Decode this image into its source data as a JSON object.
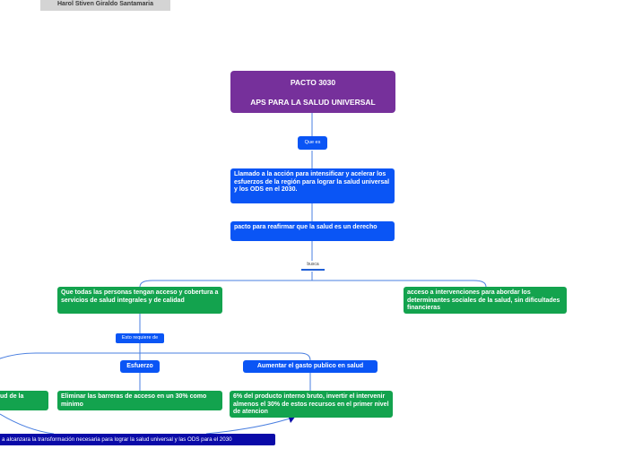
{
  "author": "Harol Stiven Giraldo Santamaria",
  "root": {
    "line1": "PACTO 3030",
    "line2": "APS PARA LA SALUD UNIVERSAL"
  },
  "que_es_label": "Que es",
  "definition": "Llamado a la acción para intensificar y acelerar los esfuerzos de la región para lograr la salud universal y los ODS en el 2030.",
  "purpose": "pacto para reafirmar que la salud es un derecho",
  "busca_label": "busca",
  "goal_left": "Que todas las personas tengan acceso y cobertura a servicios de salud integrales y de calidad",
  "goal_right": "acceso a intervenciones para abordar los determinantes sociales de la salud, sin dificultades financieras",
  "requires_label": "Esto requiere de",
  "effort": "Esfuerzo",
  "spending": "Aumentar el gasto publico en salud",
  "left_cut": "lud de la",
  "barriers": "Eliminar las barreras de acceso en un 30% como minimo",
  "gdp": "6% del producto interno bruto, invertir el intervenir almenos el 30% de estos recursos  en el primer nivel de atencion",
  "outcome": "a alcanzara la transformación necesaria para lograr la salud universal y las ODS para el 2030",
  "colors": {
    "root": "#76309b",
    "blue": "#0a55f5",
    "green": "#13a34e",
    "dark_blue": "#0a0aa8",
    "connector": "#4a7fe0"
  }
}
